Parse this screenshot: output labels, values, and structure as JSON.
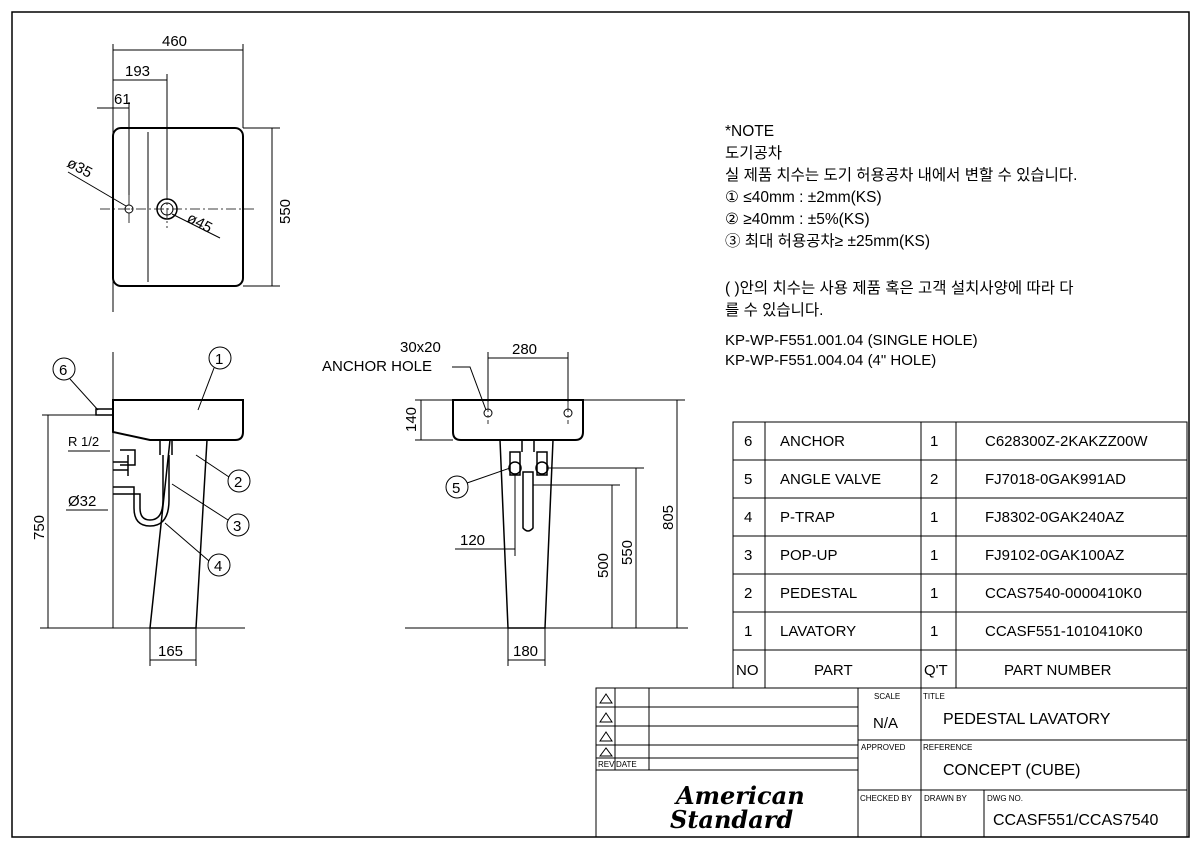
{
  "views": {
    "top": {
      "dims": [
        "460",
        "193",
        "61",
        "ø35",
        "ø45",
        "550"
      ]
    },
    "side": {
      "dims": [
        "R 1/2",
        "Ø32",
        "750",
        "165"
      ],
      "balloons": [
        "6",
        "1",
        "2",
        "3",
        "4"
      ]
    },
    "front": {
      "anchor_size": "30x20",
      "anchor_label": "ANCHOR HOLE",
      "dims": [
        "280",
        "140",
        "120",
        "500",
        "550",
        "805",
        "180"
      ],
      "balloons": [
        "5"
      ]
    }
  },
  "note": {
    "heading": "*NOTE",
    "subheading": "도기공차",
    "lines": [
      "실 제품 치수는 도기 허용공차 내에서 변할 수 있습니다.",
      "① ≤40mm  :  ±2mm(KS)",
      "② ≥40mm  :  ±5%(KS)",
      "③ 최대 허용공차≥ ±25mm(KS)"
    ],
    "paren_line1": "( )안의 치수는 사용 제품 혹은 고객 설치사양에 따라 다",
    "paren_line2": "를 수 있습니다.",
    "codes": [
      "KP-WP-F551.001.04 (SINGLE HOLE)",
      "KP-WP-F551.004.04 (4\" HOLE)"
    ]
  },
  "parts_table": {
    "headers": [
      "NO",
      "PART",
      "Q'T",
      "PART NUMBER"
    ],
    "rows": [
      {
        "no": "6",
        "part": "ANCHOR",
        "qty": "1",
        "pn": "C628300Z-2KAKZZ00W"
      },
      {
        "no": "5",
        "part": "ANGLE VALVE",
        "qty": "2",
        "pn": "FJ7018-0GAK991AD"
      },
      {
        "no": "4",
        "part": "P-TRAP",
        "qty": "1",
        "pn": "FJ8302-0GAK240AZ"
      },
      {
        "no": "3",
        "part": "POP-UP",
        "qty": "1",
        "pn": "FJ9102-0GAK100AZ"
      },
      {
        "no": "2",
        "part": "PEDESTAL",
        "qty": "1",
        "pn": "CCAS7540-0000410K0"
      },
      {
        "no": "1",
        "part": "LAVATORY",
        "qty": "1",
        "pn": "CCASF551-1010410K0"
      }
    ]
  },
  "title_block": {
    "rev_label": "REV",
    "date_label": "DATE",
    "scale_label": "SCALE",
    "scale_value": "N/A",
    "title_label": "TITLE",
    "title_value": "PEDESTAL LAVATORY",
    "approved_label": "APPROVED",
    "reference_label": "REFERENCE",
    "reference_value": "CONCEPT (CUBE)",
    "checked_label": "CHECKED BY",
    "drawn_label": "DRAWN BY",
    "dwg_label": "DWG NO.",
    "dwg_value": "CCASF551/CCAS7540",
    "logo_line1": "American",
    "logo_line2": "Standard"
  }
}
